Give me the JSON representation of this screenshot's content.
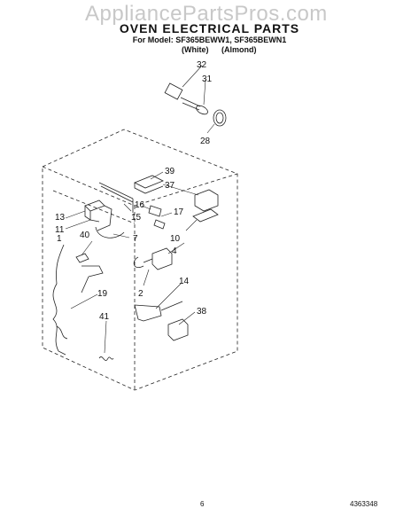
{
  "watermark": "AppliancePartsPros.com",
  "title": "OVEN ELECTRICAL PARTS",
  "model_line": "For Model: SF365BEWW1, SF365BEWN1",
  "variants": [
    "(White)",
    "(Almond)"
  ],
  "page_number": "6",
  "part_number": "4363348",
  "callouts": [
    "32",
    "31",
    "28",
    "39",
    "37",
    "16",
    "17",
    "13",
    "11",
    "15",
    "1",
    "40",
    "7",
    "10",
    "4",
    "2",
    "14",
    "19",
    "38",
    "41"
  ]
}
